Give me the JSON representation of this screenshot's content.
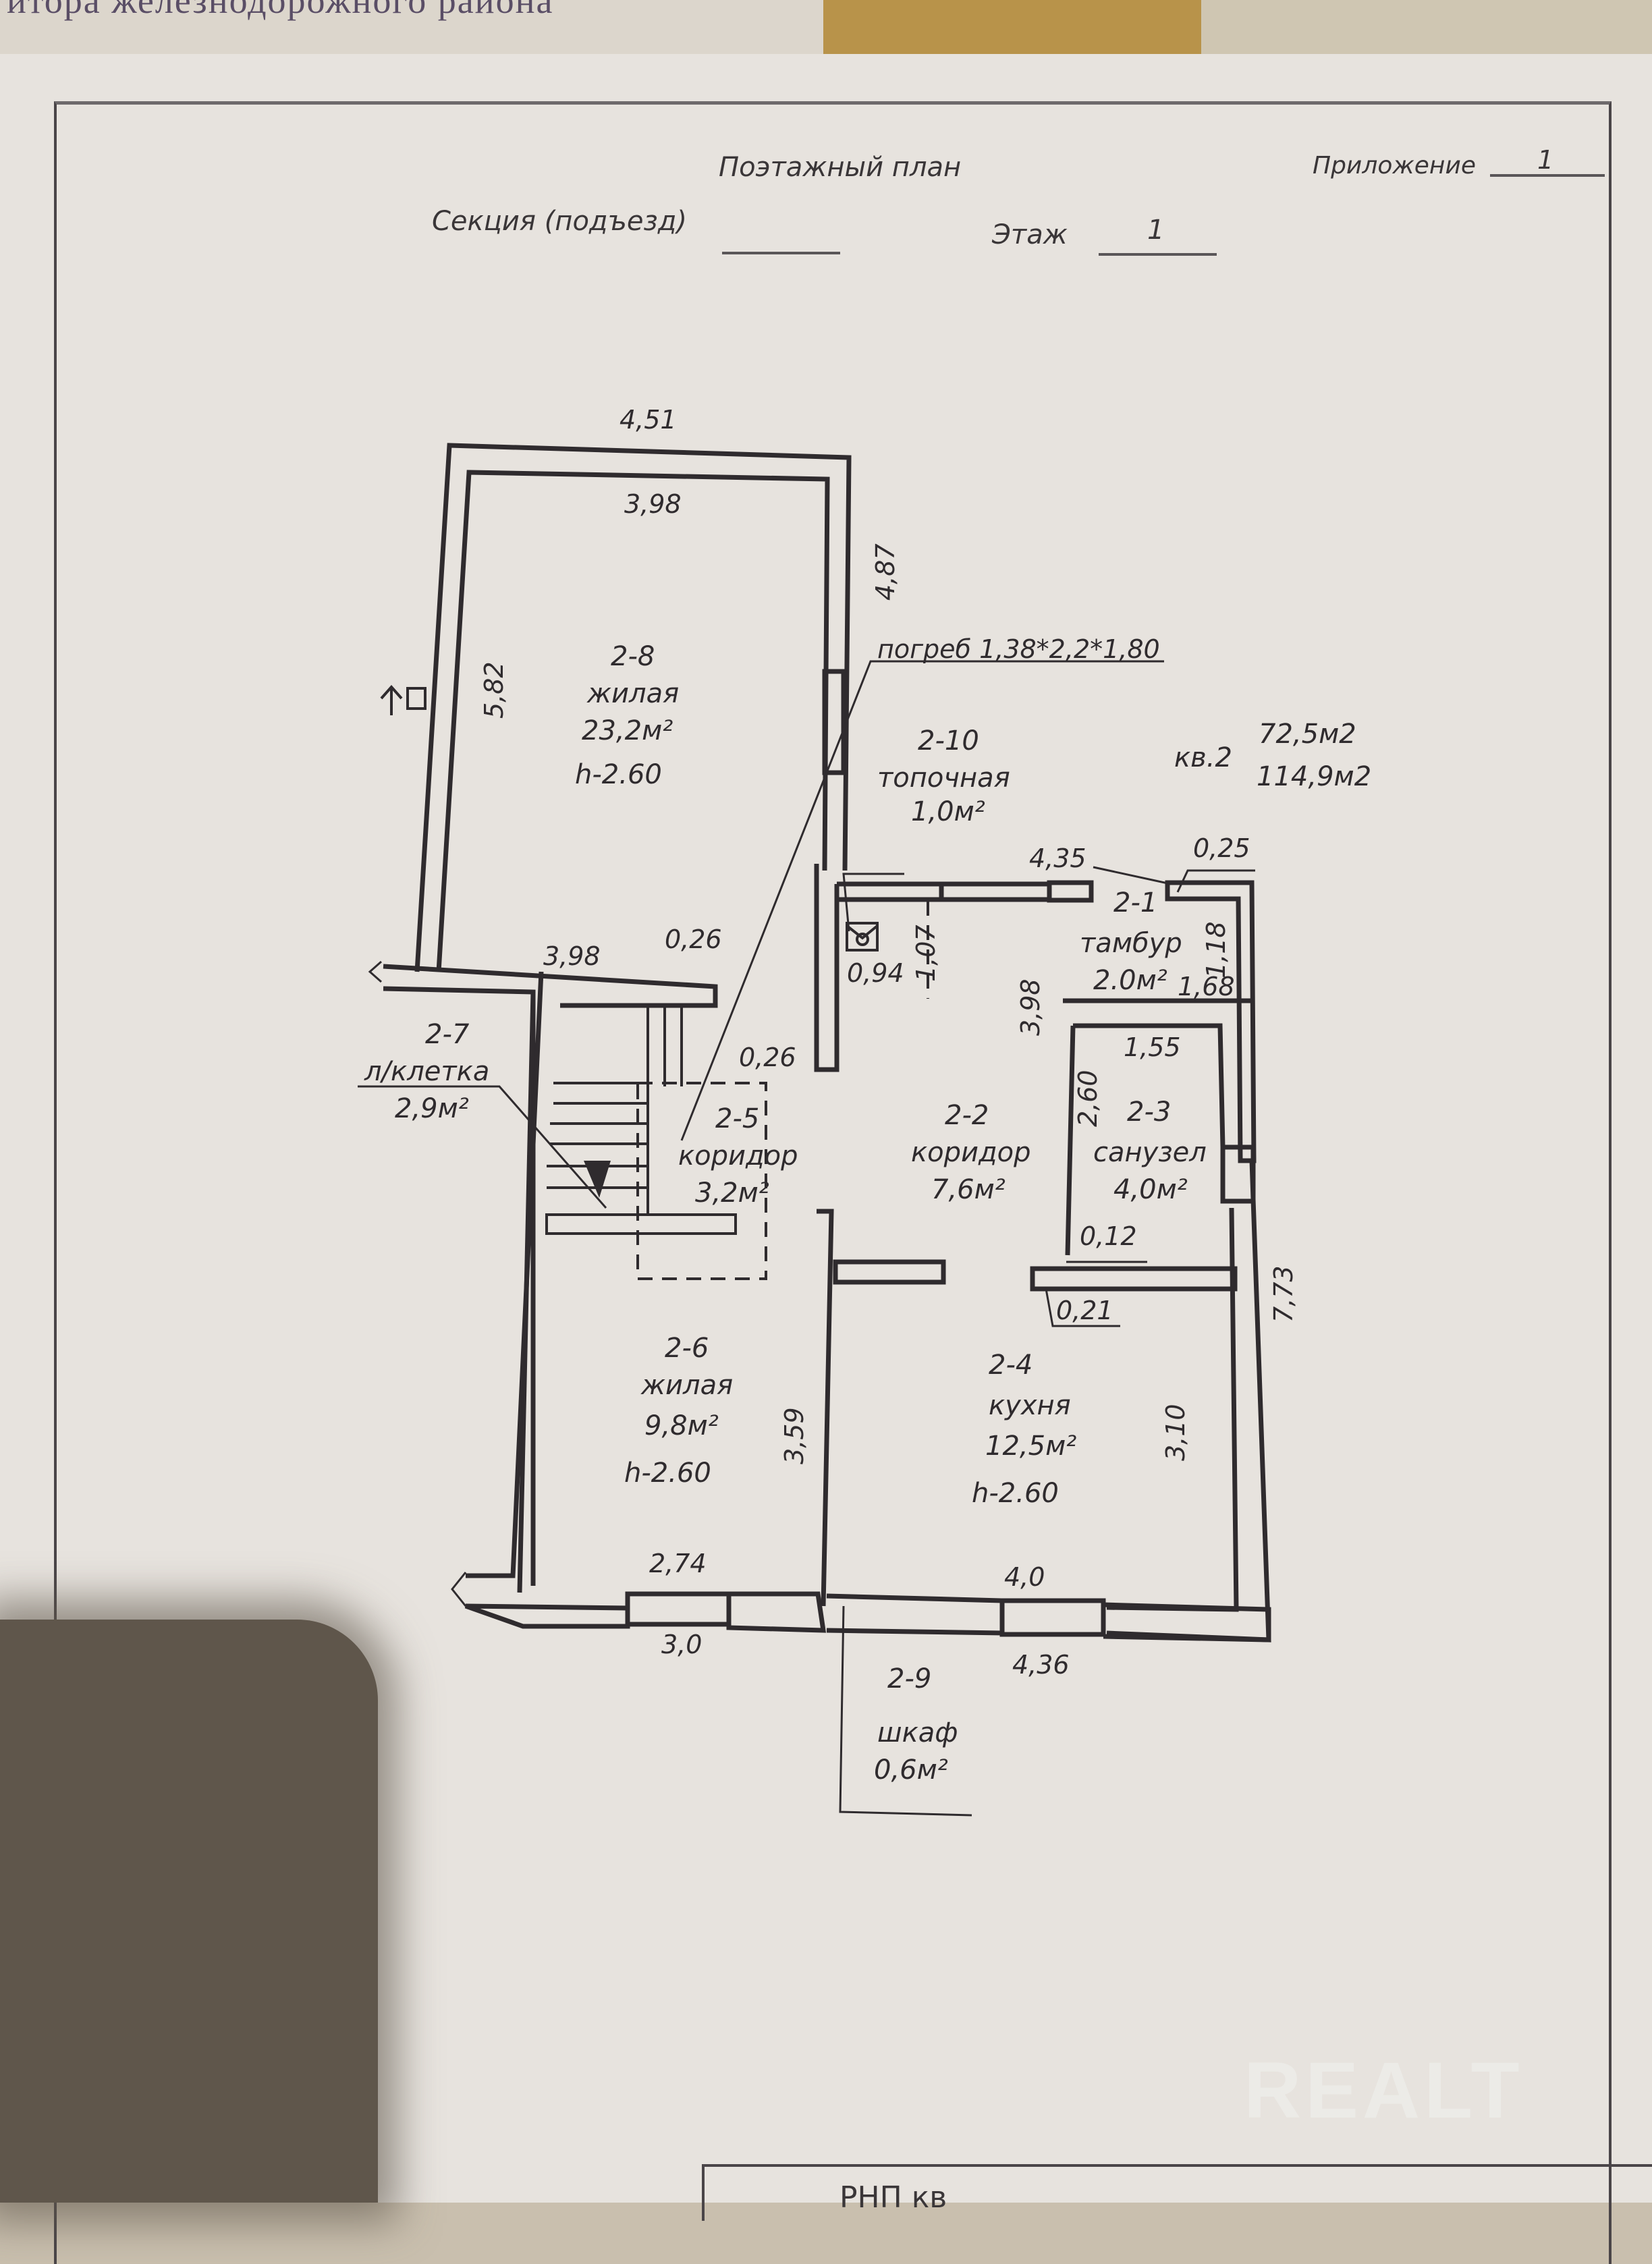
{
  "background_sheet": {
    "text": "итора   железнодорожного   района"
  },
  "header": {
    "title": "Поэтажный план",
    "appendix_label": "Приложение",
    "appendix_value": "1",
    "section_label": "Секция (подъезд)",
    "section_value": "",
    "floor_label": "Этаж",
    "floor_value": "1"
  },
  "apartment": {
    "label": "кв.2",
    "living_area": "72,5м2",
    "total_area": "114,9м2"
  },
  "cellar_note": "погреб 1,38*2,2*1,80",
  "rooms": [
    {
      "id": "2-1",
      "name": "тамбур",
      "area": "2.0м²"
    },
    {
      "id": "2-2",
      "name": "коридор",
      "area": "7,6м²"
    },
    {
      "id": "2-3",
      "name": "санузел",
      "area": "4,0м²"
    },
    {
      "id": "2-4",
      "name": "кухня",
      "area": "12,5м²",
      "height": "h-2.60"
    },
    {
      "id": "2-5",
      "name": "коридор",
      "area": "3,2м²"
    },
    {
      "id": "2-6",
      "name": "жилая",
      "area": "9,8м²",
      "height": "h-2.60"
    },
    {
      "id": "2-7",
      "name": "л/клетка",
      "area": "2,9м²"
    },
    {
      "id": "2-8",
      "name": "жилая",
      "area": "23,2м²",
      "height": "h-2.60"
    },
    {
      "id": "2-9",
      "name": "шкаф",
      "area": "0,6м²"
    },
    {
      "id": "2-10",
      "name": "топочная",
      "area": "1,0м²"
    }
  ],
  "dimensions": {
    "top_outer": "4,51",
    "room28_width": "3,98",
    "room28_height": "5,82",
    "right_upper": "4,87",
    "room28_bottom": "3,98",
    "wall_026_a": "0,26",
    "wall_026_b": "0,26",
    "boiler_w": "0,94",
    "boiler_h": "1,07",
    "corridor_len": "4,35",
    "vest_wall": "0,25",
    "vest_h": "1,18",
    "vest_w": "1,68",
    "corr_h": "3,98",
    "bath_w": "1,55",
    "bath_h": "2,60",
    "wall_012": "0,12",
    "wall_021": "0,21",
    "right_total": "7,73",
    "room26_h": "3,59",
    "room26_w": "2,74",
    "room26_outer": "3,0",
    "kitchen_h": "3,10",
    "kitchen_w": "4,0",
    "kitchen_outer": "4,36"
  },
  "bottom_box_text": "РНП кв",
  "watermark": "REALT",
  "colors": {
    "ink": "#2f2b2e",
    "paper": "#e7e3de",
    "shadow": "#5f564b",
    "folder": "#b8934a"
  }
}
